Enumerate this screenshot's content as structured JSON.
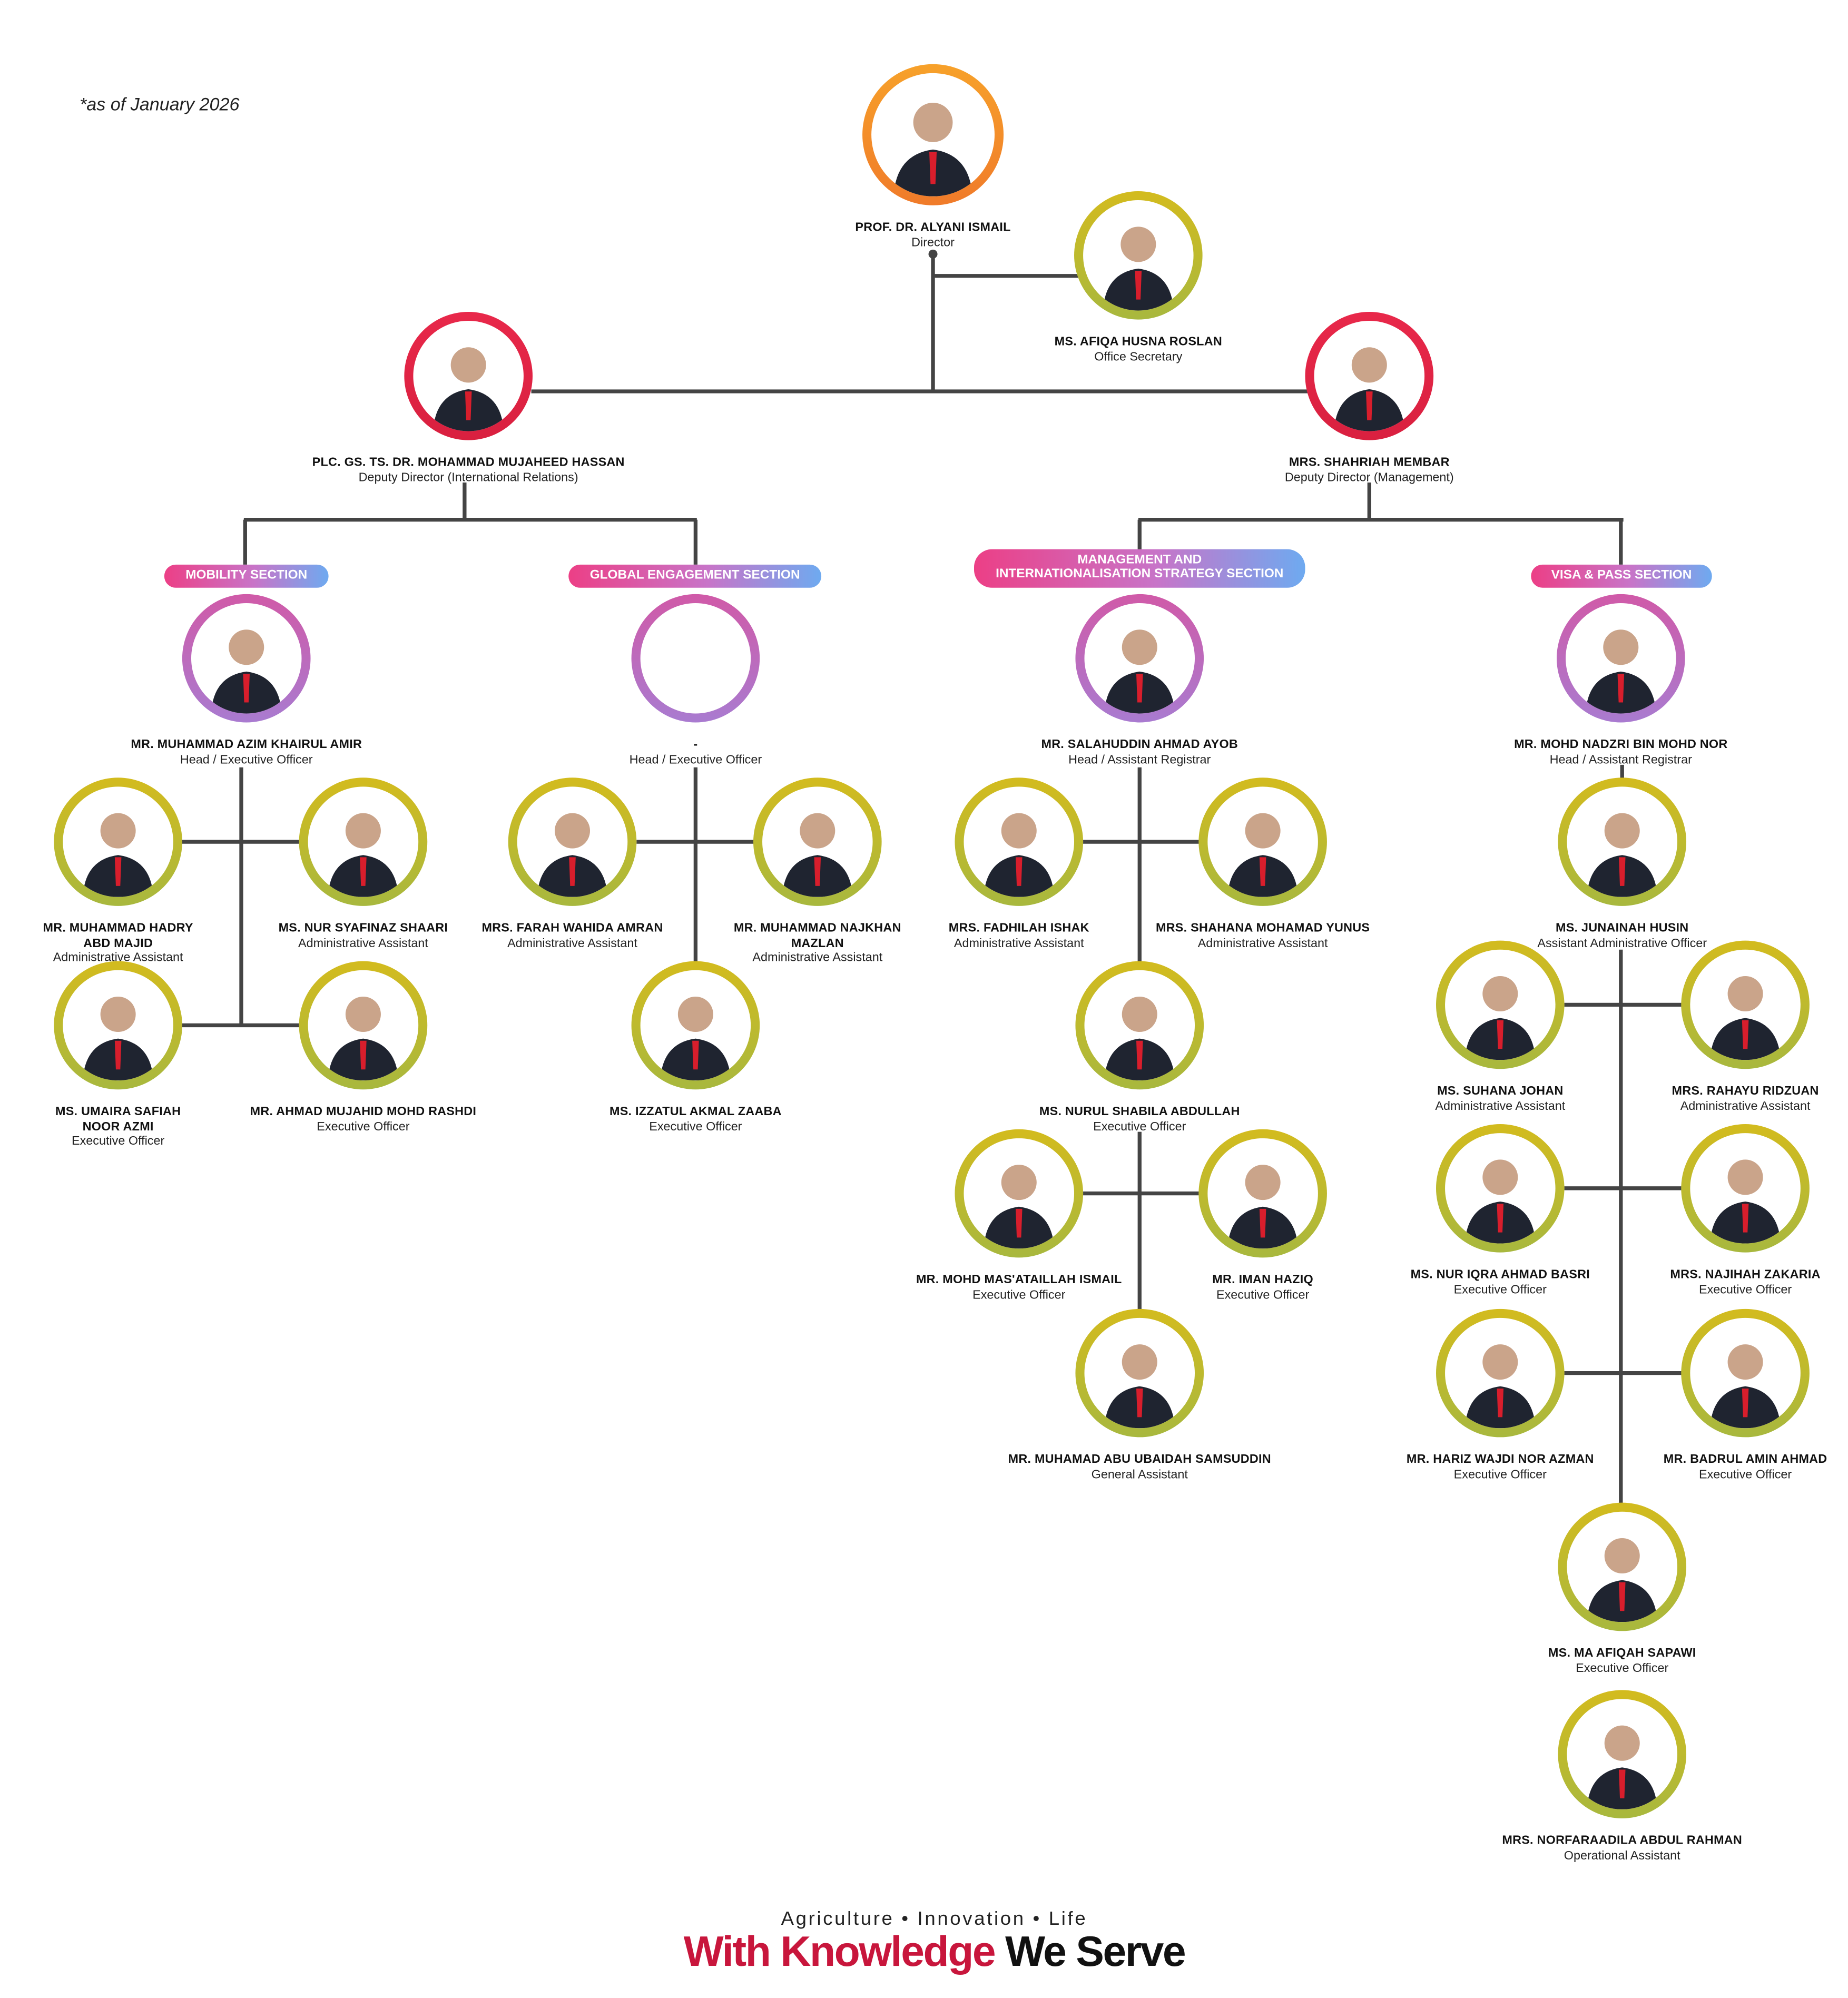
{
  "note": "*as of January 2026",
  "colors": {
    "director_ring": "#f28a2a",
    "deputy_ring": "#e2233f",
    "head_ring": "#b86fc0",
    "staff_ring": "#c0ba2a",
    "line": "#444444",
    "slogan_accent": "#c8163c"
  },
  "sections": [
    {
      "label": "MOBILITY SECTION"
    },
    {
      "label": "GLOBAL ENGAGEMENT SECTION"
    },
    {
      "label_line1": "MANAGEMENT AND",
      "label_line2": "INTERNATIONALISATION STRATEGY SECTION"
    },
    {
      "label": "VISA & PASS SECTION"
    }
  ],
  "people": [
    {
      "name": "PROF. DR. ALYANI ISMAIL",
      "role": "Director",
      "ring": "orange"
    },
    {
      "name": "MS. AFIQA HUSNA ROSLAN",
      "role": "Office Secretary",
      "ring": "green"
    },
    {
      "name": "PLC. GS. TS. DR. MOHAMMAD MUJAHEED HASSAN",
      "role": "Deputy Director (International Relations)",
      "ring": "red"
    },
    {
      "name": "MRS. SHAHRIAH MEMBAR",
      "role": "Deputy Director (Management)",
      "ring": "red"
    },
    {
      "name": "MR. MUHAMMAD AZIM KHAIRUL AMIR",
      "role": "Head / Executive Officer",
      "ring": "purple"
    },
    {
      "name": "-",
      "role": "Head / Executive Officer",
      "ring": "purple",
      "empty": true
    },
    {
      "name": "MR. SALAHUDDIN AHMAD AYOB",
      "role": "Head / Assistant Registrar",
      "ring": "purple"
    },
    {
      "name": "MR. MOHD NADZRI BIN MOHD NOR",
      "role": "Head / Assistant Registrar",
      "ring": "purple"
    },
    {
      "name": "MR. MUHAMMAD HADRY ABD MAJID",
      "role": "Administrative Assistant",
      "ring": "green"
    },
    {
      "name": "MS. NUR SYAFINAZ SHAARI",
      "role": "Administrative Assistant",
      "ring": "green"
    },
    {
      "name": "MS. UMAIRA SAFIAH NOOR AZMI",
      "role": "Executive Officer",
      "ring": "green"
    },
    {
      "name": "MR. AHMAD MUJAHID MOHD RASHDI",
      "role": "Executive Officer",
      "ring": "green"
    },
    {
      "name": "MRS. FARAH WAHIDA AMRAN",
      "role": "Administrative Assistant",
      "ring": "green"
    },
    {
      "name": "MR. MUHAMMAD NAJKHAN MAZLAN",
      "role": "Administrative Assistant",
      "ring": "green"
    },
    {
      "name": "MS. IZZATUL AKMAL ZAABA",
      "role": "Executive Officer",
      "ring": "green"
    },
    {
      "name": "MRS. FADHILAH ISHAK",
      "role": "Administrative Assistant",
      "ring": "green"
    },
    {
      "name": "MRS. SHAHANA MOHAMAD YUNUS",
      "role": "Administrative Assistant",
      "ring": "green"
    },
    {
      "name": "MS. NURUL SHABILA ABDULLAH",
      "role": "Executive Officer",
      "ring": "green"
    },
    {
      "name": "MR. MOHD MAS'ATAILLAH ISMAIL",
      "role": "Executive Officer",
      "ring": "green"
    },
    {
      "name": "MR. IMAN HAZIQ",
      "role": "Executive Officer",
      "ring": "green"
    },
    {
      "name": "MR. MUHAMAD ABU UBAIDAH SAMSUDDIN",
      "role": "General Assistant",
      "ring": "green"
    },
    {
      "name": "MS. JUNAINAH HUSIN",
      "role": "Assistant Administrative Officer",
      "ring": "green"
    },
    {
      "name": "MS. SUHANA JOHAN",
      "role": "Administrative Assistant",
      "ring": "green"
    },
    {
      "name": "MRS. RAHAYU RIDZUAN",
      "role": "Administrative Assistant",
      "ring": "green"
    },
    {
      "name": "MS. NUR IQRA AHMAD BASRI",
      "role": "Executive Officer",
      "ring": "green"
    },
    {
      "name": "MRS. NAJIHAH ZAKARIA",
      "role": "Executive Officer",
      "ring": "green"
    },
    {
      "name": "MR. HARIZ WAJDI NOR AZMAN",
      "role": "Executive Officer",
      "ring": "green"
    },
    {
      "name": "MR. BADRUL AMIN AHMAD",
      "role": "Executive Officer",
      "ring": "green"
    },
    {
      "name": "MS. MA AFIQAH SAPAWI",
      "role": "Executive Officer",
      "ring": "green"
    },
    {
      "name": "MRS. NORFARAADILA ABDUL RAHMAN",
      "role": "Operational Assistant",
      "ring": "green"
    }
  ],
  "footer": {
    "tagline": "Agriculture • Innovation • Life",
    "slogan_part1": "With Knowledge",
    "slogan_part2": "We Serve"
  }
}
